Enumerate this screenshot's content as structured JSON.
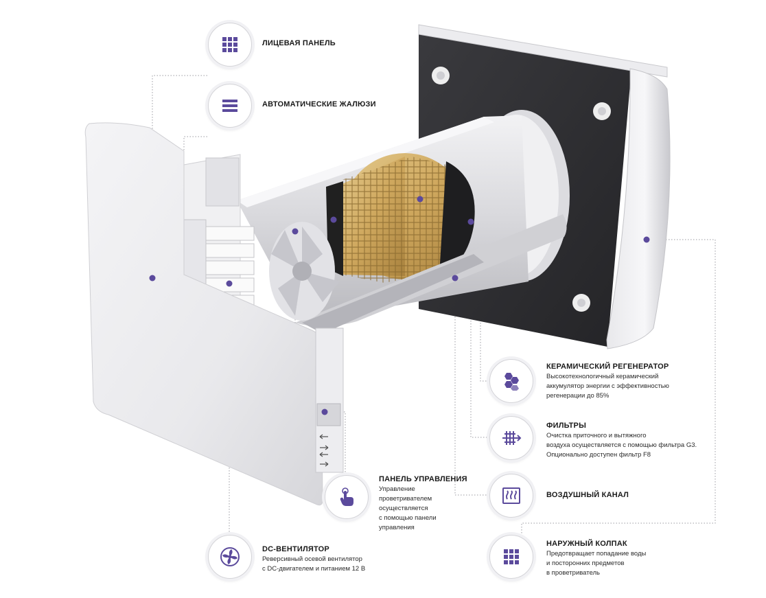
{
  "accent_color": "#5b4a9c",
  "callouts": {
    "face_panel": {
      "icon": "grid-icon",
      "title": "ЛИЦЕВАЯ ПАНЕЛЬ",
      "lines": []
    },
    "shutters": {
      "icon": "shutters-icon",
      "title": "АВТОМАТИЧЕСКИЕ ЖАЛЮЗИ",
      "lines": []
    },
    "ceramic": {
      "icon": "hexagons-icon",
      "title": "КЕРАМИЧЕСКИЙ РЕГЕНЕРАТОР",
      "lines": [
        "Высокотехнологичный керамический",
        "аккумулятор энергии с эффективностью",
        "регенерации до 85%"
      ]
    },
    "filters": {
      "icon": "filter-icon",
      "title": "ФИЛЬТРЫ",
      "lines": [
        "Очистка приточного и вытяжного",
        "воздуха осуществляется с помощью фильтра G3.",
        "Опционально доступен фильтр F8"
      ]
    },
    "air_duct": {
      "icon": "airflow-icon",
      "title": "ВОЗДУШНЫЙ КАНАЛ",
      "lines": []
    },
    "outer_hood": {
      "icon": "grid-icon",
      "title": "НАРУЖНЫЙ КОЛПАК",
      "lines": [
        "Предотвращает попадание воды",
        "и посторонних предметов",
        "в проветриватель"
      ]
    },
    "control_panel": {
      "icon": "touch-icon",
      "title": "ПАНЕЛЬ УПРАВЛЕНИЯ",
      "lines": [
        "Управление",
        "проветривателем",
        "осуществляется",
        "с помощью панели",
        "управления"
      ]
    },
    "dc_fan": {
      "icon": "fan-icon",
      "title": "DC-ВЕНТИЛЯТОР",
      "lines": [
        "Реверсивный осевой вентилятор",
        "с DC-двигателем и питанием 12 В"
      ]
    }
  }
}
